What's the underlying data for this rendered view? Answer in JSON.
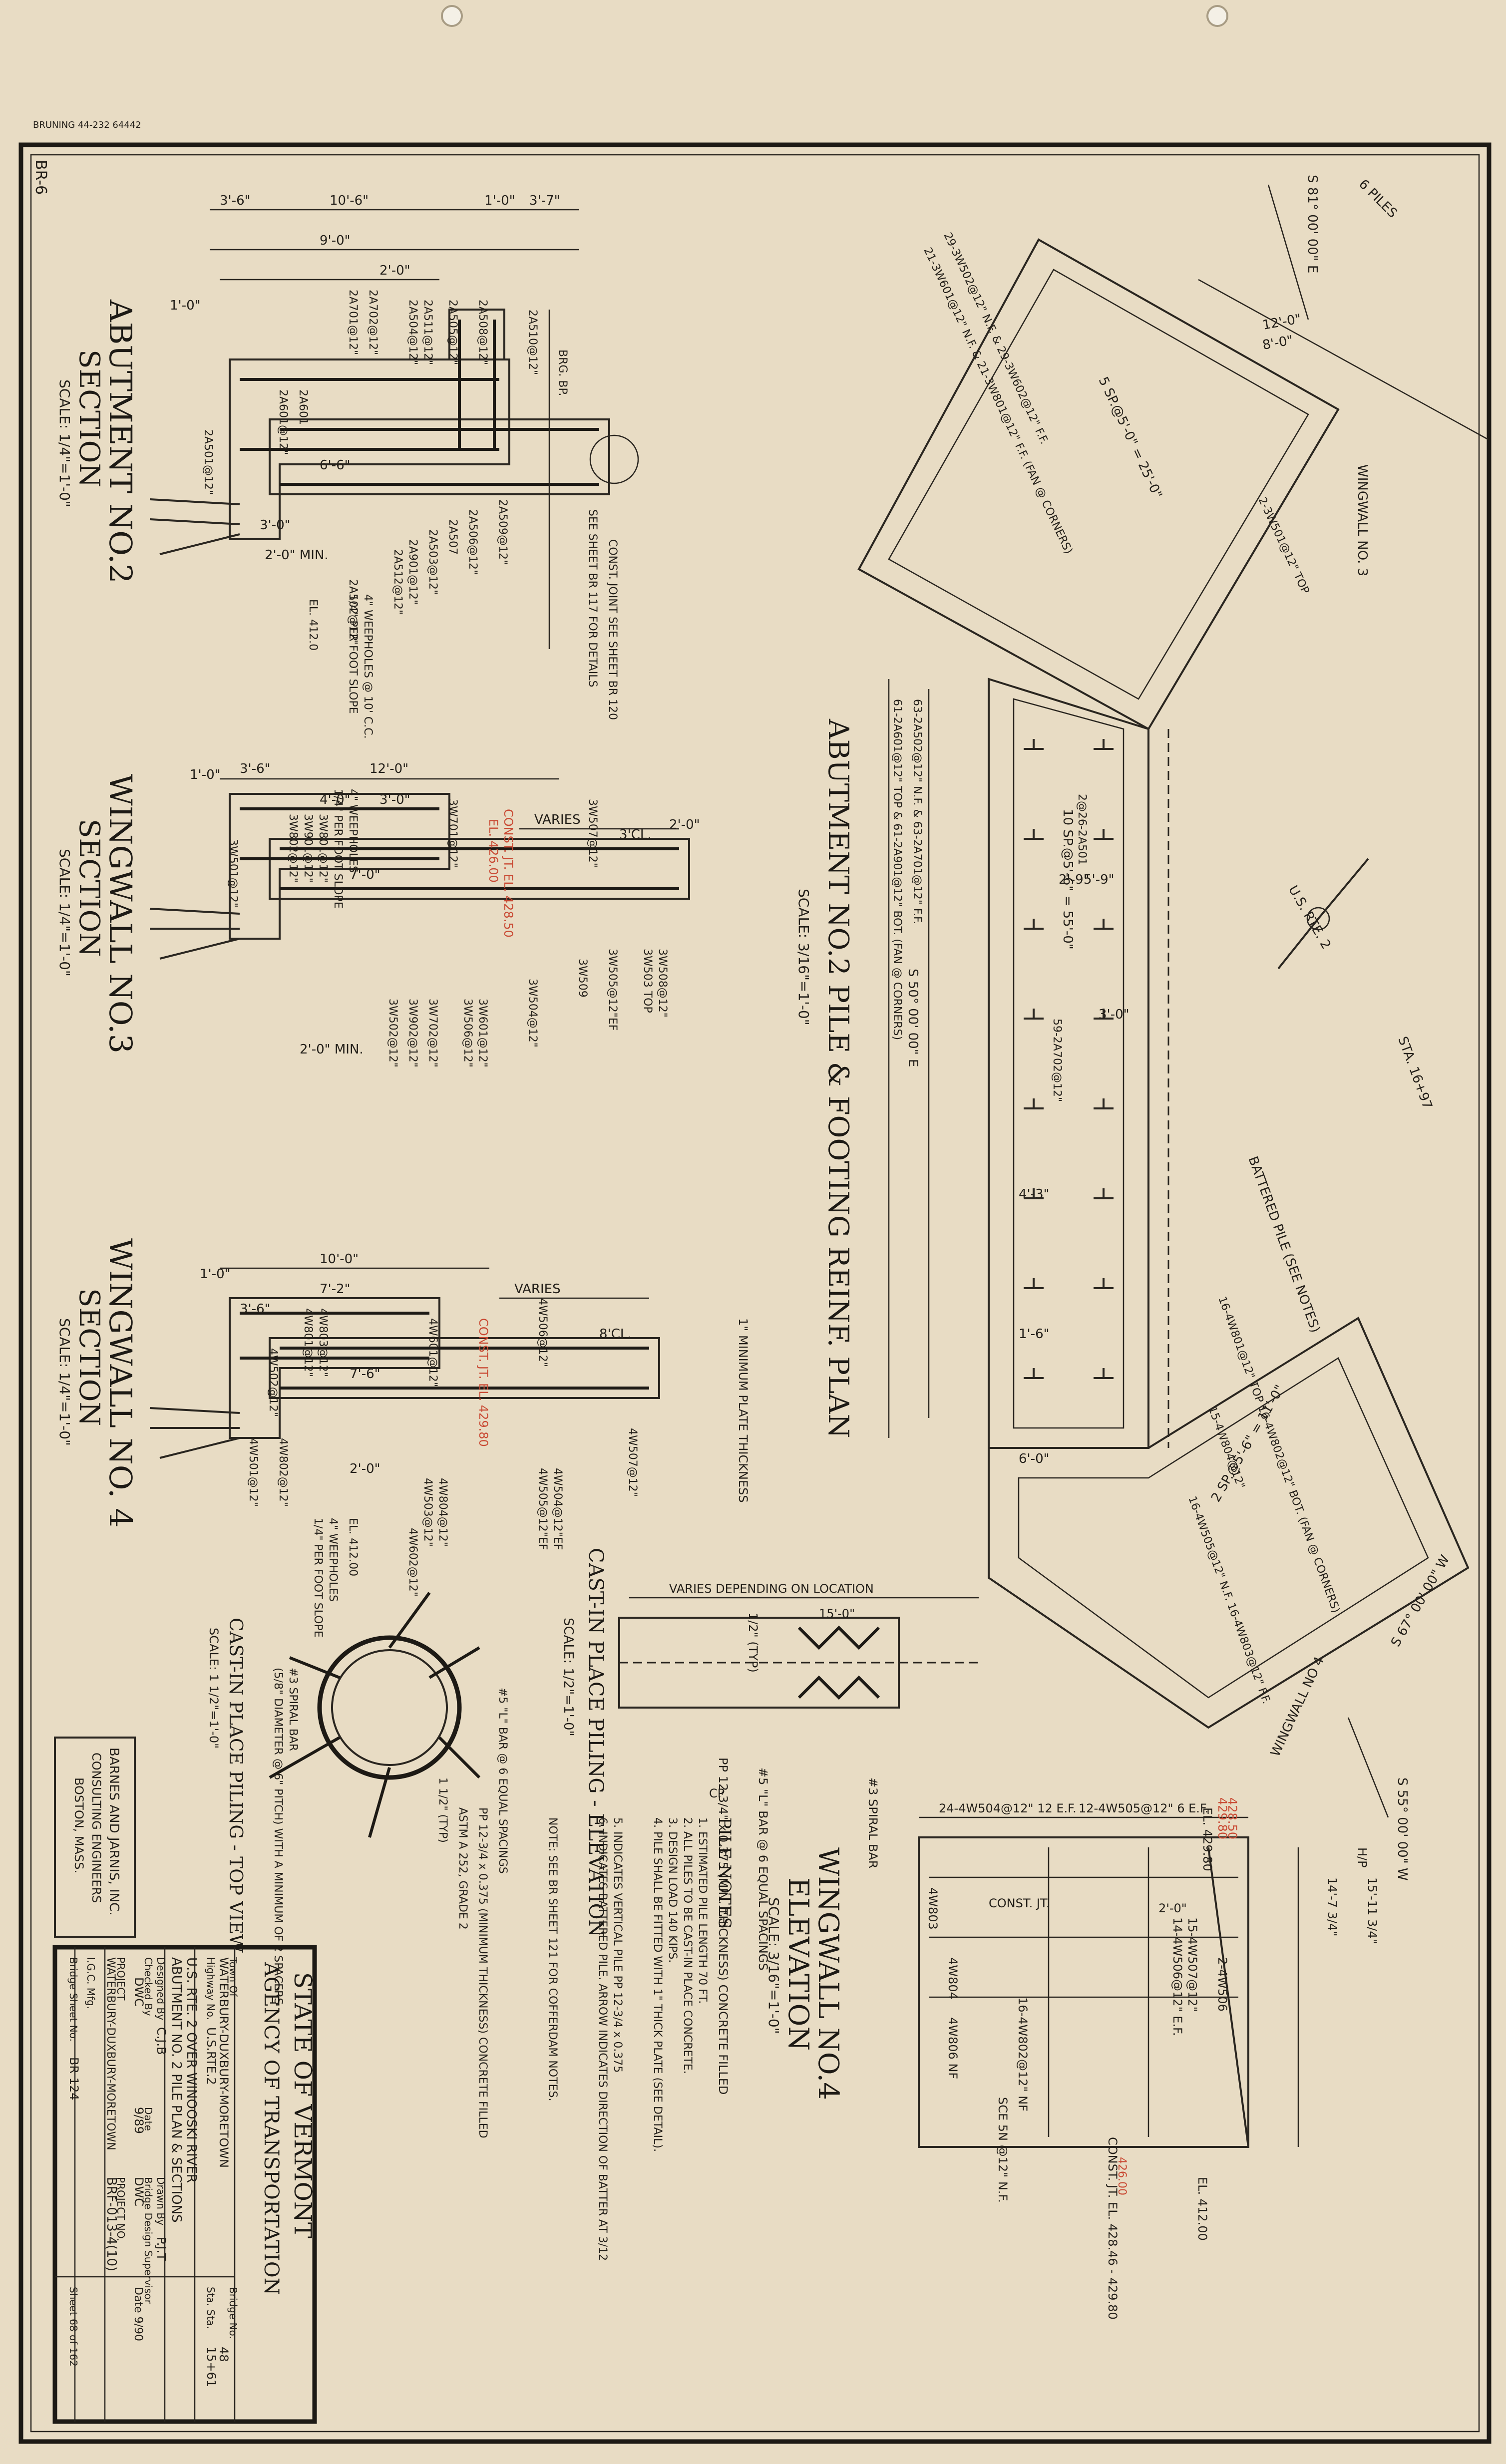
{
  "sheet": {
    "print_code": "BRUNING 44-232 64442",
    "margin_code": "BR-6"
  },
  "sections": {
    "abutment": {
      "title_line1": "ABUTMENT NO.2",
      "title_line2": "SECTION",
      "scale": "SCALE: 1/4\"=1'-0\"",
      "dims": [
        "3'-6\"",
        "10'-6\"",
        "9'-0\"",
        "2'-0\"",
        "1'-0\"",
        "3'-7\"",
        "1'-0\"",
        "3'-6\"",
        "6'-6\"",
        "3'-0\"",
        "2'-0\" MIN."
      ],
      "bars": [
        "2A501@12\"",
        "2A502@12\"",
        "2A503@12\"",
        "2A504@12\"",
        "2A505@12\"",
        "2A506@12\"",
        "2A507",
        "2A508@12\"",
        "2A509@12\"",
        "2A510@12\"",
        "2A601",
        "2A701@12\"",
        "2A702@12\"",
        "2A901@12\"",
        "2A601@12\"",
        "2A511@12\"",
        "2A512@12\""
      ],
      "notes": [
        "SEE SHEET BR 117 FOR DETAILS",
        "CONST. JOINT SEE SHEET BR 120",
        "4\" WEEPHOLES @ 10' C.C.",
        "1/4\" PER FOOT SLOPE",
        "EL. 412.0",
        "BRG. BP."
      ]
    },
    "wingwall3": {
      "title_line1": "WINGWALL NO.3",
      "title_line2": "SECTION",
      "scale": "SCALE: 1/4\"=1'-0\"",
      "dims": [
        "3'-6\"",
        "12'-0\"",
        "4'-0\"",
        "3'-0\"",
        "1'-0\"",
        "7'-0\"",
        "2'-0\"",
        "2'-0\" MIN.",
        "VARIES",
        "2'-0\"",
        "3'CL."
      ],
      "bars": [
        "3W501@12\"",
        "3W502@12\"",
        "3W503 TOP",
        "3W504@12\"",
        "3W505@12\"EF",
        "3W506@12\"",
        "3W507@12\"",
        "3W508@12\"",
        "3W509",
        "3W601@12\"",
        "3W701@12\"",
        "3W702@12\"",
        "3W801@12\"",
        "3W802@12\"",
        "3W901@12\"",
        "3W902@12\""
      ],
      "notes": [
        "4\" WEEPHOLES",
        "1/4\" PER FOOT SLOPE",
        "CONST. JT. EL. 428.50",
        "EL. 426.00"
      ]
    },
    "wingwall4": {
      "title_line1": "WINGWALL NO. 4",
      "title_line2": "SECTION",
      "scale": "SCALE: 1/4\"=1'-0\"",
      "dims": [
        "3'-6\"",
        "10'-0\"",
        "7'-2\"",
        "1'-0\"",
        "7'-6\"",
        "2'-0\"",
        "VARIES",
        "8'CL."
      ],
      "bars": [
        "4W501@12\"",
        "4W502@12\"",
        "4W503@12\"",
        "4W504@12\"EF",
        "4W505@12\"EF",
        "4W506@12\"",
        "4W507@12\"",
        "4W601@12\"",
        "4W602@12\"",
        "4W801@12\"",
        "4W802@12\"",
        "4W803@12\"",
        "4W804@12\""
      ],
      "notes": [
        "4\" WEEPHOLES",
        "1/4\" PER FOOT SLOPE",
        "EL. 412.00",
        "CONST. JT. EL. 429.80"
      ]
    }
  },
  "plan": {
    "title_line1": "ABUTMENT NO.2 PILE & FOOTING REINF. PLAN",
    "scale": "SCALE: 3/16\"=1'-0\"",
    "labels": [
      "WINGWALL NO. 3",
      "WINGWALL NO 4",
      "STA. 16+97",
      "U.S. RTE. 2",
      "BATTERED PILE (SEE NOTES)",
      "10 SP.@5'-6\" = 55'-0\"",
      "2 SP.@5'-6\" = 11'-0\"",
      "5 SP.@5'-0\" = 25'-0\"",
      "S 50° 00' 00\" E",
      "S 67° 00' 00\" W",
      "S 55° 00' 00\" W",
      "S 81° 00' 00\" E",
      "6 PILES",
      "12'-0\"",
      "8'-0\"",
      "5'-9\"",
      "3'-0\"",
      "4'-3\"",
      "6'-0\"",
      "2'-9\"",
      "1'-6\""
    ],
    "bar_callouts": [
      "29-3W502@12\" N.F. & 29-3W602@12\" F.F.",
      "21-3W601@12\" N.F. & 21-3W801@12\" F.F. (FAN @ CORNERS)",
      "2-3W501@12\" TOP",
      "63-2A502@12\" N.F. & 63-2A701@12\" F.F.",
      "61-2A601@12\" TOP & 61-2A901@12\" BOT. (FAN @ CORNERS)",
      "2@26-2A501",
      "59-2A702@12\"",
      "16-4W801@12\" TOP 16-4W802@12\" BOT. (FAN @ CORNERS)",
      "15-4W804@12\"",
      "16-4W505@12\" N.F. 16-4W803@12\" F.F."
    ]
  },
  "elevation": {
    "title_line1": "WINGWALL NO.4",
    "title_line2": "ELEVATION",
    "scale": "SCALE: 3/16\"=1'-0\"",
    "labels": [
      "24-4W504@12\" 12 E.F.",
      "12-4W505@12\" 6 E.F.",
      "EL. 429.80",
      "CONST. JT.",
      "4W803",
      "4W804",
      "4W806 NF",
      "15-4W507@12\"",
      "14-4W506@12\" E.F.",
      "16-4W802@12\" NF",
      "SCE 5N @12\" N.F.",
      "EL. 412.00",
      "2'-0\"",
      "14'-7 3/4\"",
      "15'-11 3/4\"",
      "H/P",
      "CONST. JT. EL. 428.46 - 429.80",
      "2-4W506"
    ]
  },
  "piling": {
    "cip_title": "CAST-IN PLACE PILING - ELEVATION",
    "cip_scale": "SCALE: 1/2\"=1'-0\"",
    "cip_labels": [
      "VARIES DEPENDING ON LOCATION",
      "15'-0\"",
      "1/2\" (TYP)",
      "1\" MINIMUM PLATE THICKNESS",
      "PP 12-3/4\" x 0.375 (MIN. THICKNESS) CONCRETE FILLED",
      "#3 SPIRAL BAR",
      "#5 \"L\" BAR @ 6 EQUAL SPACINGS",
      "CP"
    ],
    "top_title": "CAST-IN PLACE PILING - TOP VIEW",
    "top_scale": "SCALE: 1 1/2\"=1'-0\"",
    "top_labels": [
      "#3 SPIRAL BAR",
      "(5/8\" DIAMETER @ 6\" PITCH) WITH A MINIMUM OF 2 SPACERS",
      "#5 \"L\" BAR @ 6 EQUAL SPACINGS",
      "1 1/2\" (TYP)",
      "PP 12-3/4 x 0.375 (MINIMUM THICKNESS) CONCRETE FILLED",
      "ASTM A 252, GRADE 2"
    ]
  },
  "pile_notes": {
    "title": "PILE NOTES",
    "items": [
      "1. ESTIMATED PILE LENGTH 70 FT.",
      "2. ALL PILES TO BE CAST-IN PLACE CONCRETE.",
      "3. DESIGN LOAD 140 KIPS.",
      "4. PILE SHALL BE FITTED WITH 1\" THICK PLATE (SEE DETAIL).",
      "5. INDICATES VERTICAL PILE PP 12-3/4 x 0.375",
      "6. INDICATES BATTERED PILE. ARROW INDICATES DIRECTION OF BATTER AT 3/12",
      "NOTE: SEE BR SHEET 121 FOR COFFERDAM NOTES."
    ]
  },
  "engineer": {
    "firm": "BARNES AND JARNIS, INC.",
    "role": "CONSULTING ENGINEERS",
    "city": "BOSTON, MASS."
  },
  "title_block": {
    "state": "STATE OF VERMONT",
    "agency": "AGENCY OF TRANSPORTATION",
    "town_label": "Town Of",
    "town": "WATERBURY-DUXBURY-MORETOWN",
    "bridge_label": "Bridge No.",
    "bridge_no": "48",
    "highway_label": "Highway No.",
    "highway": "U.S.RTE.2",
    "sta_label": "Sta. Sta.",
    "sta": "15+61",
    "desc1": "U.S. RTE. 2 OVER WINOOSKI RIVER",
    "desc2": "ABUTMENT NO. 2 PILE PLAN & SECTIONS",
    "designed_label": "Designed By",
    "designed_by": "C.J.B",
    "checked_label": "Checked By",
    "checked_by": "DWC",
    "drawn_label": "Drawn By",
    "drawn_by": "P.J.T",
    "date_label": "Date",
    "date": "9/89",
    "supervisor_label": "Bridge Design Supervisor",
    "supervisor": "DWC",
    "supervisor_date": "Date 9/90",
    "project_label": "PROJECT",
    "project": "WATERBURY-DUXBURY-MORETOWN",
    "project_no_label": "PROJECT NO.",
    "project_no": "BRF-013-4(10)",
    "sheet_label": "Bridge Sheet No.",
    "sheet_no": "BR 124",
    "sheet_of": "Sheet 68 of 162",
    "lgc": "I.G.C. Mfg."
  },
  "corrections": [
    "428.50",
    "426.00",
    "429.80"
  ]
}
